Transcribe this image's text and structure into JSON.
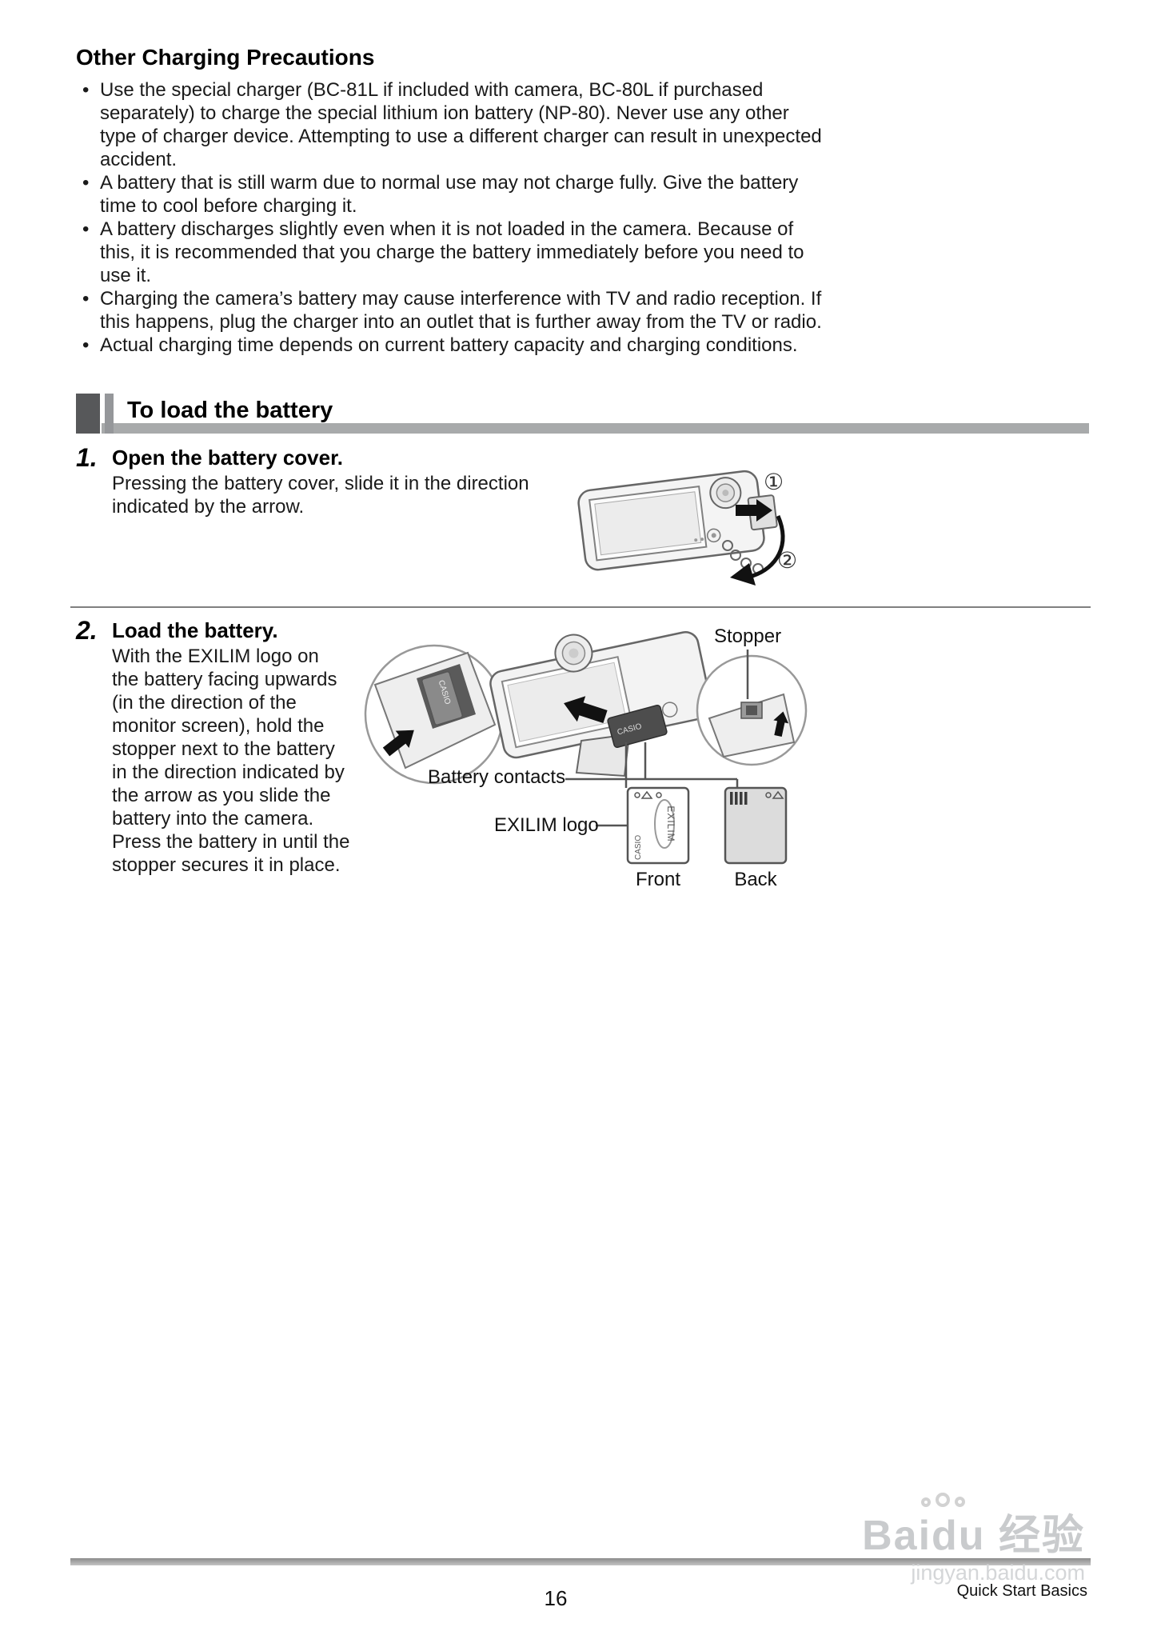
{
  "precautions": {
    "title": "Other Charging Precautions",
    "items": [
      "Use the special charger (BC-81L if included with camera, BC-80L if purchased separately) to charge the special lithium ion battery (NP-80). Never use any other type of charger device. Attempting to use a different charger can result in unexpected accident.",
      "A battery that is still warm due to normal use may not charge fully. Give the battery time to cool before charging it.",
      "A battery discharges slightly even when it is not loaded in the camera. Because of this, it is recommended that you charge the battery immediately before you need to use it.",
      "Charging the camera’s battery may cause interference with TV and radio reception. If this happens, plug the charger into an outlet that is further away from the TV or radio.",
      "Actual charging time depends on current battery capacity and charging conditions."
    ]
  },
  "section": {
    "title": "To load the battery"
  },
  "steps": [
    {
      "number": "1.",
      "title": "Open the battery cover.",
      "body": "Pressing the battery cover, slide it in the direction indicated by the arrow.",
      "callouts": [
        "①",
        "②"
      ]
    },
    {
      "number": "2.",
      "title": "Load the battery.",
      "body": "With the EXILIM logo on the battery facing upwards (in the direction of the monitor screen), hold the stopper next to the battery in the direction indicated by the arrow as you slide the battery into the camera. Press the battery in until the stopper secures it in place.",
      "labels": {
        "stopper": "Stopper",
        "battery_contacts": "Battery contacts",
        "exilim_logo": "EXILIM logo",
        "front": "Front",
        "back": "Back"
      }
    }
  ],
  "figure_text": {
    "casio": "CASIO",
    "exilim": "EXILIM"
  },
  "footer": {
    "page_number": "16",
    "right_text": "Quick Start Basics"
  },
  "watermark": {
    "brand": "Baidu 经验",
    "url": "jingyan.baidu.com"
  }
}
